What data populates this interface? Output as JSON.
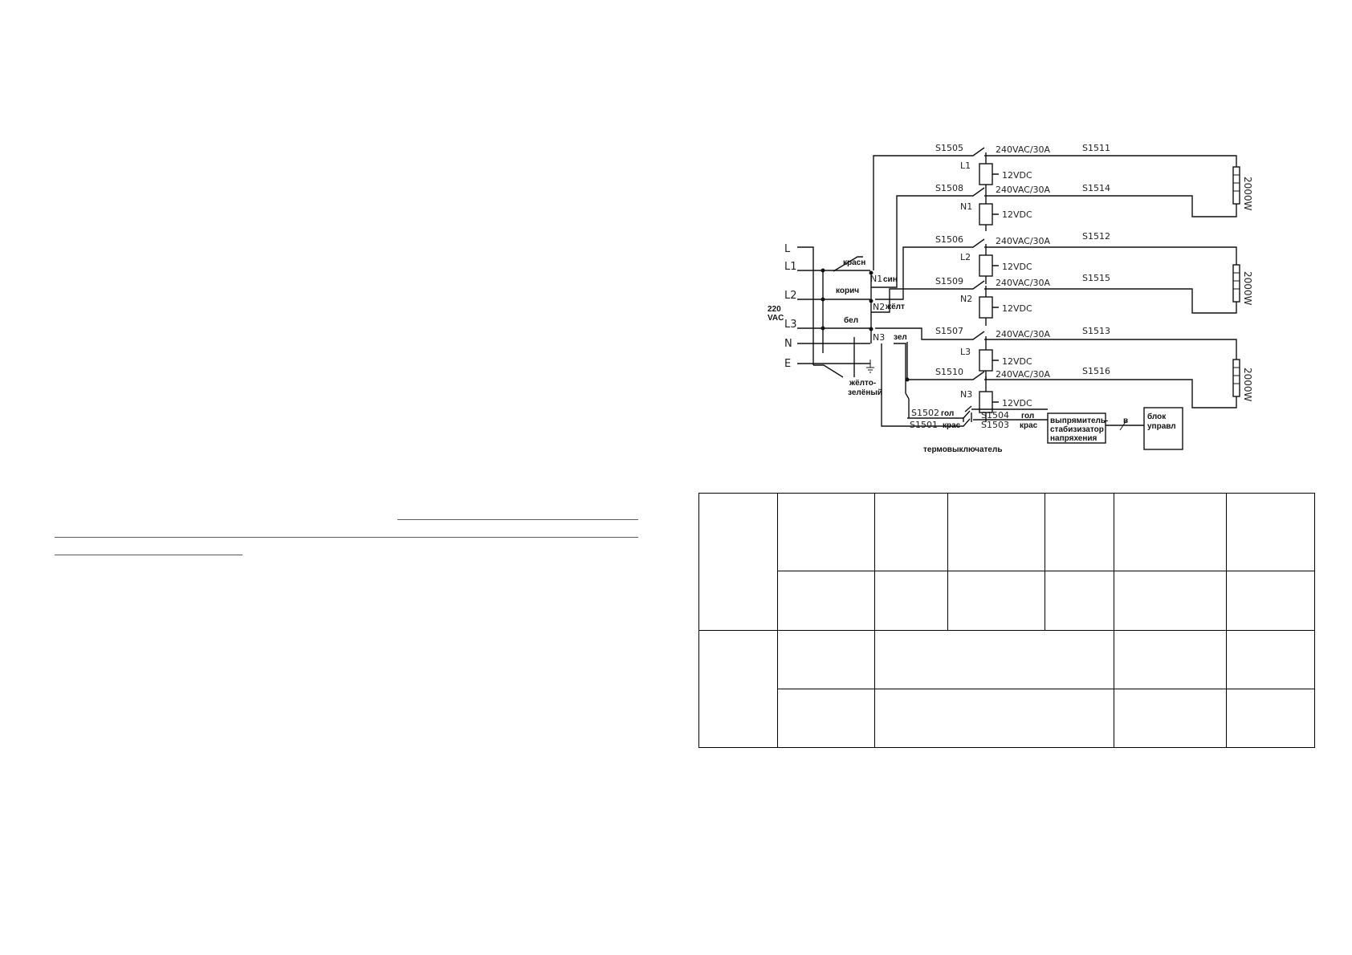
{
  "schematic": {
    "supply": {
      "terminals": [
        "L",
        "L1",
        "L2",
        "L3",
        "N",
        "E"
      ],
      "voltage_line1": "220",
      "voltage_line2": "VAC"
    },
    "wire_colors": {
      "red": "красн",
      "brown": "корич",
      "white": "бел",
      "yellow_green_line1": "жёлто-",
      "yellow_green_line2": "зелёный",
      "blue": "син",
      "yellow": "жёлт",
      "green": "зел"
    },
    "neutral_nodes": [
      "N1",
      "N2",
      "N3"
    ],
    "relays": [
      {
        "switch": "S1505",
        "rating": "240VAC/30A",
        "coil": "L1",
        "coil_voltage": "12VDC",
        "out": "S1511"
      },
      {
        "switch": "S1508",
        "rating": "240VAC/30A",
        "coil": "N1",
        "coil_voltage": "12VDC",
        "out": "S1514"
      },
      {
        "switch": "S1506",
        "rating": "240VAC/30A",
        "coil": "L2",
        "coil_voltage": "12VDC",
        "out": "S1512"
      },
      {
        "switch": "S1509",
        "rating": "240VAC/30A",
        "coil": "N2",
        "coil_voltage": "12VDC",
        "out": "S1515"
      },
      {
        "switch": "S1507",
        "rating": "240VAC/30A",
        "coil": "L3",
        "coil_voltage": "12VDC",
        "out": "S1513"
      },
      {
        "switch": "S1510",
        "rating": "240VAC/30A",
        "coil": "N3",
        "coil_voltage": "12VDC",
        "out": "S1516"
      }
    ],
    "heaters": [
      "2000W",
      "2000W",
      "2000W"
    ],
    "thermal_switch": {
      "labels": [
        "S1502",
        "S1504",
        "S1501",
        "S1503"
      ],
      "wire_blue": "гол",
      "wire_red": "крас",
      "caption": "термовыключатель"
    },
    "rectifier": {
      "line1": "выпрямитель-",
      "line2": "стабизизатор",
      "line3": "напряхения"
    },
    "bus_label": "в",
    "control_unit": {
      "line1": "блок",
      "line2": "управл"
    }
  },
  "table": {
    "rows": [
      [
        "",
        "",
        "",
        "",
        "",
        "",
        ""
      ],
      [
        "",
        "",
        "",
        "",
        "",
        ""
      ],
      [
        "",
        "",
        "",
        "",
        ""
      ],
      [
        "",
        "",
        "",
        ""
      ]
    ]
  }
}
